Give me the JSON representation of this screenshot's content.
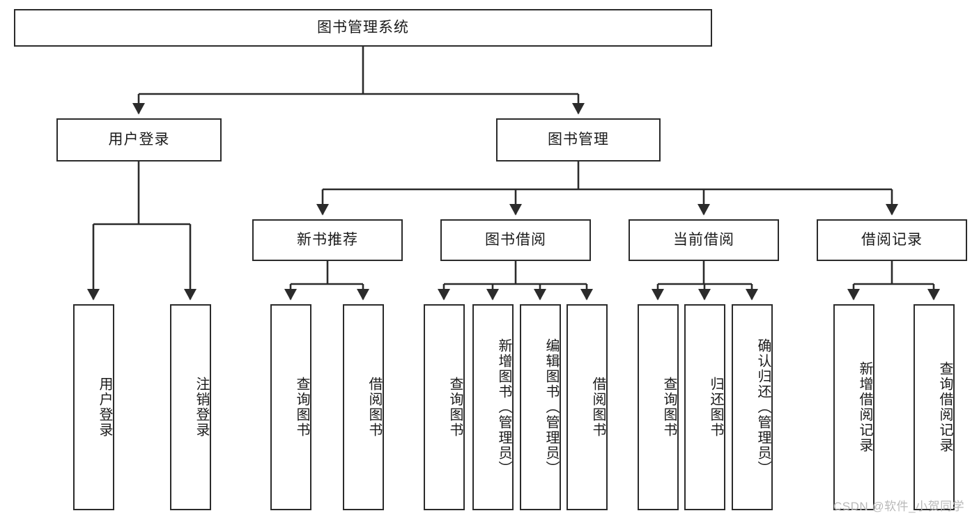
{
  "diagram": {
    "type": "tree-hierarchy",
    "title": "图书管理系统",
    "watermark": "CSDN @软件_小贺同学",
    "colors": {
      "stroke": "#2b2b2b",
      "fill": "#ffffff",
      "text": "#1a1a1a",
      "watermark": "#b9b9b9"
    },
    "nodes": {
      "root": {
        "label": "图书管理系统",
        "level": 1,
        "orientation": "horizontal"
      },
      "l2": [
        {
          "id": "user-login",
          "label": "用户登录",
          "level": 2,
          "orientation": "horizontal"
        },
        {
          "id": "book-manage",
          "label": "图书管理",
          "level": 2,
          "orientation": "horizontal"
        }
      ],
      "l3": [
        {
          "id": "new-book-recommend",
          "label": "新书推荐",
          "level": 3,
          "orientation": "horizontal"
        },
        {
          "id": "book-borrow",
          "label": "图书借阅",
          "level": 3,
          "orientation": "horizontal"
        },
        {
          "id": "current-borrow",
          "label": "当前借阅",
          "level": 3,
          "orientation": "horizontal"
        },
        {
          "id": "borrow-record",
          "label": "借阅记录",
          "level": 3,
          "orientation": "horizontal"
        }
      ],
      "leaves": [
        {
          "id": "leaf-user-login",
          "label": "用户登录",
          "parent": "user-login",
          "orientation": "vertical"
        },
        {
          "id": "leaf-user-logout",
          "label": "注销登录",
          "parent": "user-login",
          "orientation": "vertical"
        },
        {
          "id": "leaf-query-book-1",
          "label": "查询图书",
          "parent": "new-book-recommend",
          "orientation": "vertical"
        },
        {
          "id": "leaf-borrow-book-1",
          "label": "借阅图书",
          "parent": "new-book-recommend",
          "orientation": "vertical"
        },
        {
          "id": "leaf-query-book-2",
          "label": "查询图书",
          "parent": "book-borrow",
          "orientation": "vertical"
        },
        {
          "id": "leaf-add-book",
          "label": "新增图书（管理员）",
          "parent": "book-borrow",
          "orientation": "vertical"
        },
        {
          "id": "leaf-edit-book",
          "label": "编辑图书（管理员）",
          "parent": "book-borrow",
          "orientation": "vertical"
        },
        {
          "id": "leaf-borrow-book-2",
          "label": "借阅图书",
          "parent": "book-borrow",
          "orientation": "vertical"
        },
        {
          "id": "leaf-query-book-3",
          "label": "查询图书",
          "parent": "current-borrow",
          "orientation": "vertical"
        },
        {
          "id": "leaf-return-book",
          "label": "归还图书",
          "parent": "current-borrow",
          "orientation": "vertical"
        },
        {
          "id": "leaf-confirm-return",
          "label": "确认归还（管理员）",
          "parent": "current-borrow",
          "orientation": "vertical"
        },
        {
          "id": "leaf-add-record",
          "label": "新增借阅记录",
          "parent": "borrow-record",
          "orientation": "vertical"
        },
        {
          "id": "leaf-query-record",
          "label": "查询借阅记录",
          "parent": "borrow-record",
          "orientation": "vertical"
        }
      ]
    }
  }
}
